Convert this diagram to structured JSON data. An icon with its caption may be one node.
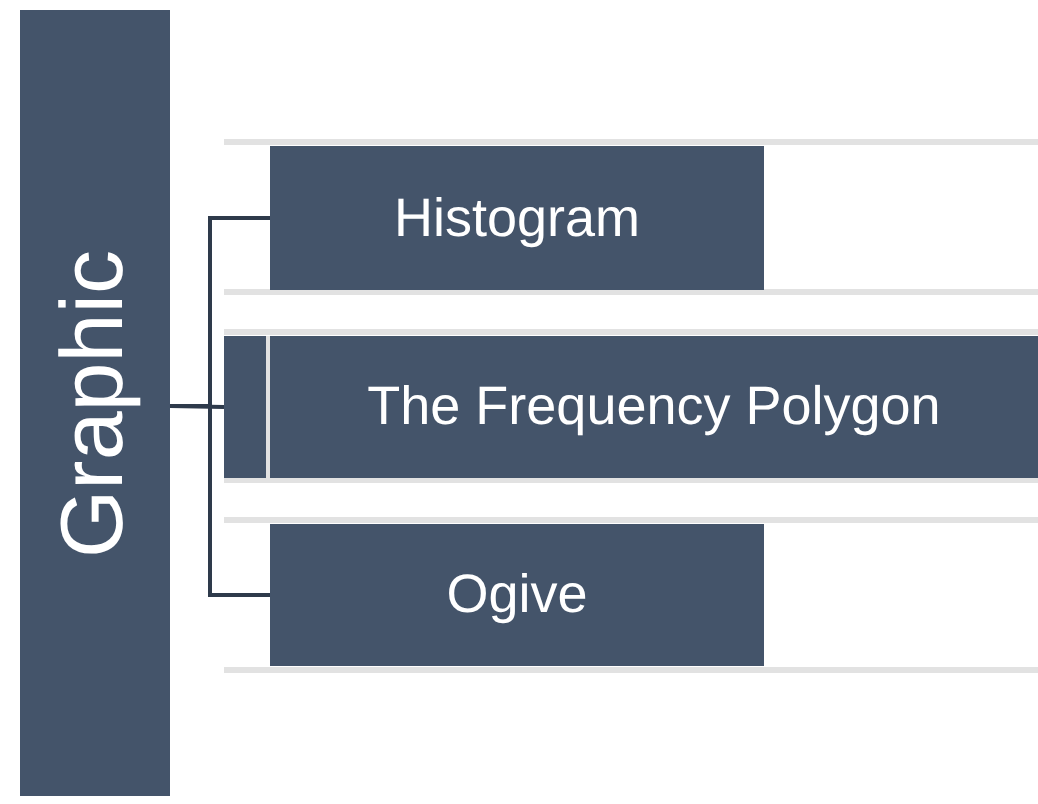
{
  "diagram": {
    "nodes": [
      {
        "text": [
          "Graphic"
        ]
      },
      {
        "text": [
          "Histogram"
        ]
      },
      {
        "text": [
          "The Frequency Polygon"
        ]
      },
      {
        "text": [
          "Ogive"
        ]
      }
    ],
    "edges": [
      {
        "from": 0,
        "to": 1,
        "arrow": "none"
      },
      {
        "from": 0,
        "to": 2,
        "arrow": "none"
      },
      {
        "from": 0,
        "to": 3,
        "arrow": "none"
      }
    ]
  }
}
